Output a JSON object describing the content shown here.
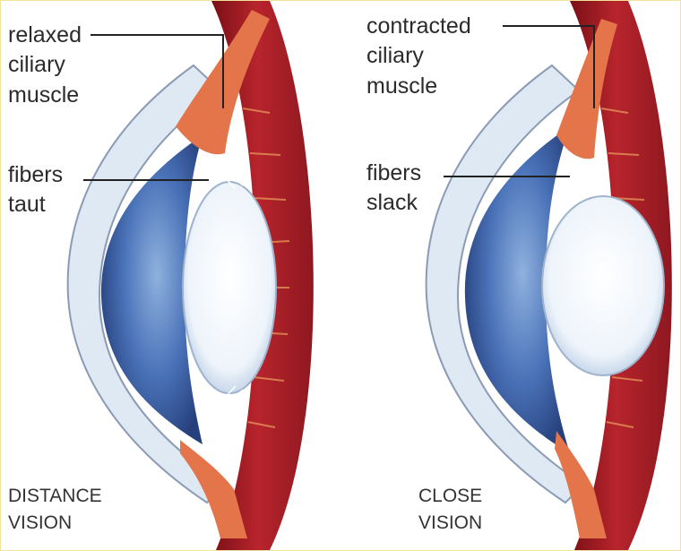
{
  "left_panel": {
    "muscle_label": [
      "relaxed",
      "ciliary",
      "muscle"
    ],
    "fibers_label": [
      "fibers",
      "taut"
    ],
    "caption": [
      "DISTANCE",
      "VISION"
    ]
  },
  "right_panel": {
    "muscle_label": [
      "contracted",
      "ciliary",
      "muscle"
    ],
    "fibers_label": [
      "fibers",
      "slack"
    ],
    "caption": [
      "CLOSE",
      "VISION"
    ]
  },
  "colors": {
    "cornea_outline": "#8a9bb5",
    "aqueous": "#dfe9f4",
    "iris_blue": "#3f68b2",
    "lens": "#eef4fb",
    "sclera_red": "#b3222b",
    "muscle_orange": "#e4744a",
    "label_text": "#2b2b2b",
    "frame": "#f1e39a"
  }
}
